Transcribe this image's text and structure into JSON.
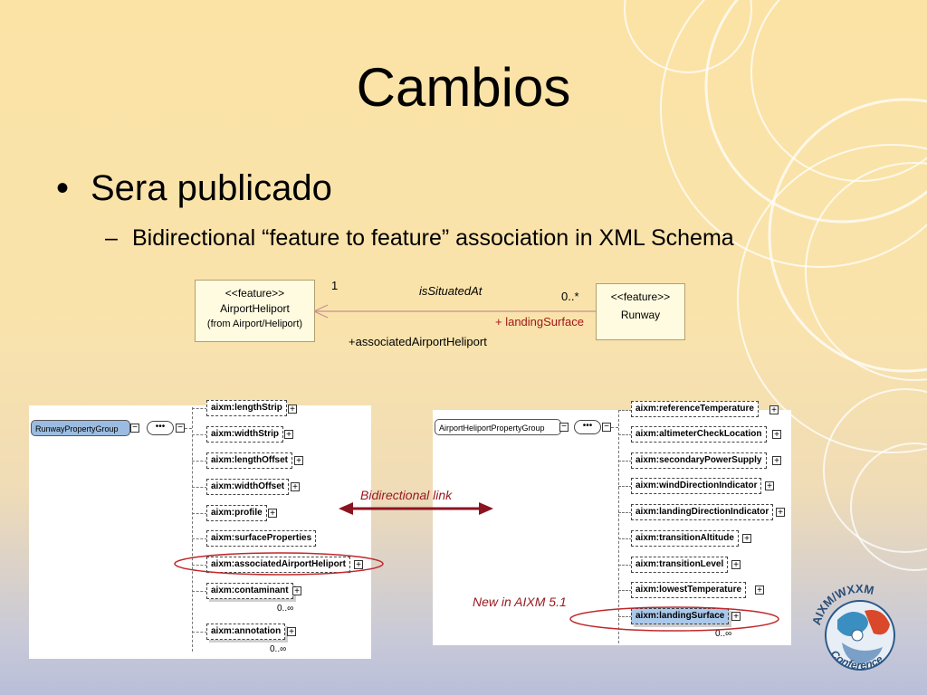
{
  "slide": {
    "title": "Cambios",
    "bullet_level1": "Sera publicado",
    "bullet_level2": "Bidirectional “feature to feature” association in XML Schema",
    "bullet_dot": "•",
    "bullet_dash": "–"
  },
  "uml": {
    "left_box": {
      "stereotype": "<<feature>>",
      "name": "AirportHeliport",
      "from": "(from Airport/Heliport)"
    },
    "right_box": {
      "stereotype": "<<feature>>",
      "name": "Runway"
    },
    "multiplicity_left": "1",
    "multiplicity_right": "0..*",
    "association_name": "isSituatedAt",
    "role_right": "+ landingSurface",
    "role_left": "+associatedAirportHeliport",
    "colors": {
      "role_right": "#a01818",
      "line": "#c89090"
    }
  },
  "schema_left": {
    "group": "RunwayPropertyGroup",
    "elements": [
      {
        "label": "aixm:lengthStrip"
      },
      {
        "label": "aixm:widthStrip"
      },
      {
        "label": "aixm:lengthOffset"
      },
      {
        "label": "aixm:widthOffset"
      },
      {
        "label": "aixm:profile"
      },
      {
        "label": "aixm:surfaceProperties"
      },
      {
        "label": "aixm:associatedAirportHeliport"
      },
      {
        "label": "aixm:contaminant",
        "occurrence": "0..∞"
      },
      {
        "label": "aixm:annotation",
        "occurrence": "0..∞"
      }
    ]
  },
  "schema_right": {
    "group": "AirportHeliportPropertyGroup",
    "elements": [
      {
        "label": "aixm:referenceTemperature"
      },
      {
        "label": "aixm:altimeterCheckLocation"
      },
      {
        "label": "aixm:secondaryPowerSupply"
      },
      {
        "label": "aixm:windDirectionIndicator"
      },
      {
        "label": "aixm:landingDirectionIndicator"
      },
      {
        "label": "aixm:transitionAltitude"
      },
      {
        "label": "aixm:transitionLevel"
      },
      {
        "label": "aixm:lowestTemperature"
      },
      {
        "label": "aixm:landingSurface",
        "occurrence": "0..∞"
      }
    ]
  },
  "annotations": {
    "bidirectional": "Bidirectional link",
    "new_in": "New in AIXM 5.1",
    "color": "#9a1a20"
  },
  "logo": {
    "top_text": "AIXM/WXXM",
    "bottom_text": "Conference"
  }
}
